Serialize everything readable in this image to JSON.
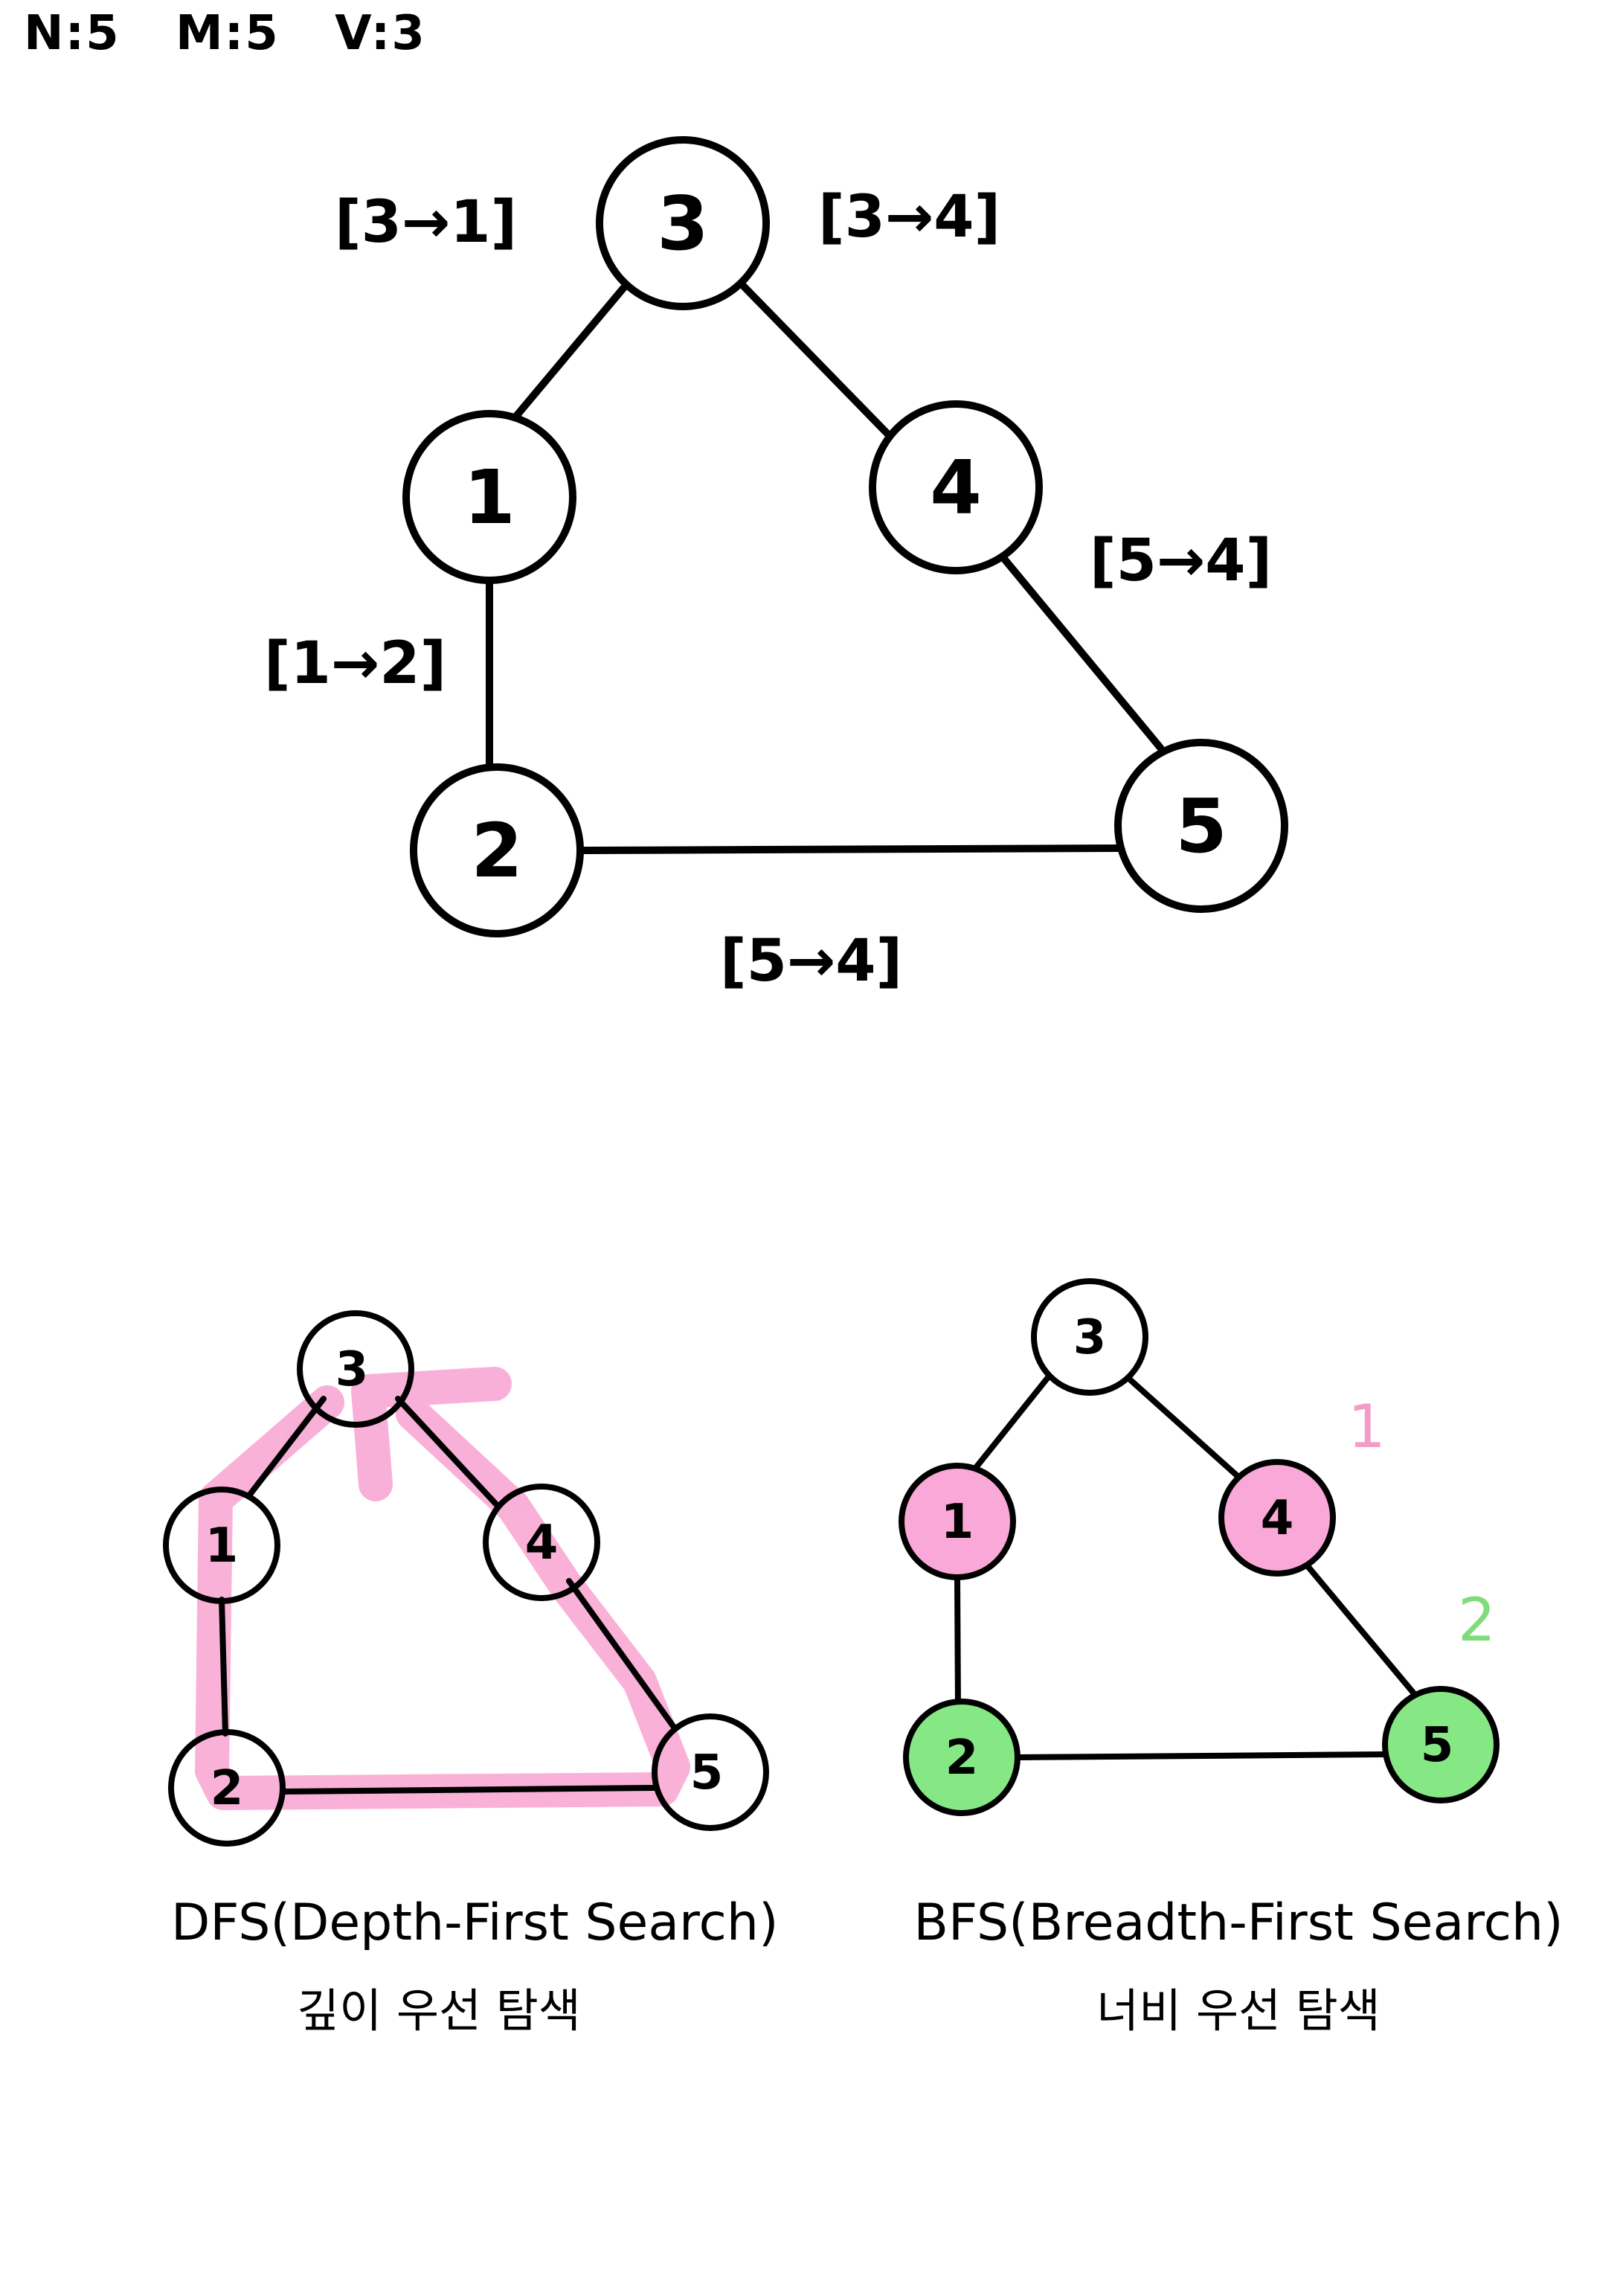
{
  "header": {
    "n": "N:5",
    "m": "M:5",
    "v": "V:3"
  },
  "colors": {
    "stroke": "#000000",
    "dfs_highlight": "#f9a8d4",
    "bfs_level1": "#f9a8d8",
    "bfs_level2": "#86e884",
    "level1_label": "#f39cc9",
    "level2_label": "#7fdc7a"
  },
  "main_graph": {
    "nodes": [
      {
        "id": "3",
        "label": "3"
      },
      {
        "id": "1",
        "label": "1"
      },
      {
        "id": "4",
        "label": "4"
      },
      {
        "id": "2",
        "label": "2"
      },
      {
        "id": "5",
        "label": "5"
      }
    ],
    "edges": [
      {
        "from": "3",
        "to": "1"
      },
      {
        "from": "3",
        "to": "4"
      },
      {
        "from": "1",
        "to": "2"
      },
      {
        "from": "4",
        "to": "5"
      },
      {
        "from": "2",
        "to": "5"
      }
    ],
    "edge_labels": {
      "e31": "[3→1]",
      "e34": "[3→4]",
      "e12": "[1→2]",
      "e54": "[5→4]",
      "e25": "[5→4]"
    }
  },
  "dfs": {
    "caption_en": "DFS(Depth-First Search)",
    "caption_ko": "깊이 우선 탐색",
    "nodes": [
      "3",
      "1",
      "4",
      "2",
      "5"
    ],
    "traversal_order": [
      "3",
      "1",
      "2",
      "5",
      "4",
      "3"
    ]
  },
  "bfs": {
    "caption_en": "BFS(Breadth-First Search)",
    "caption_ko": "너비 우선 탐색",
    "nodes": [
      "3",
      "1",
      "4",
      "2",
      "5"
    ],
    "level_1_label": "1",
    "level_2_label": "2",
    "level_1_nodes": [
      "1",
      "4"
    ],
    "level_2_nodes": [
      "2",
      "5"
    ]
  }
}
